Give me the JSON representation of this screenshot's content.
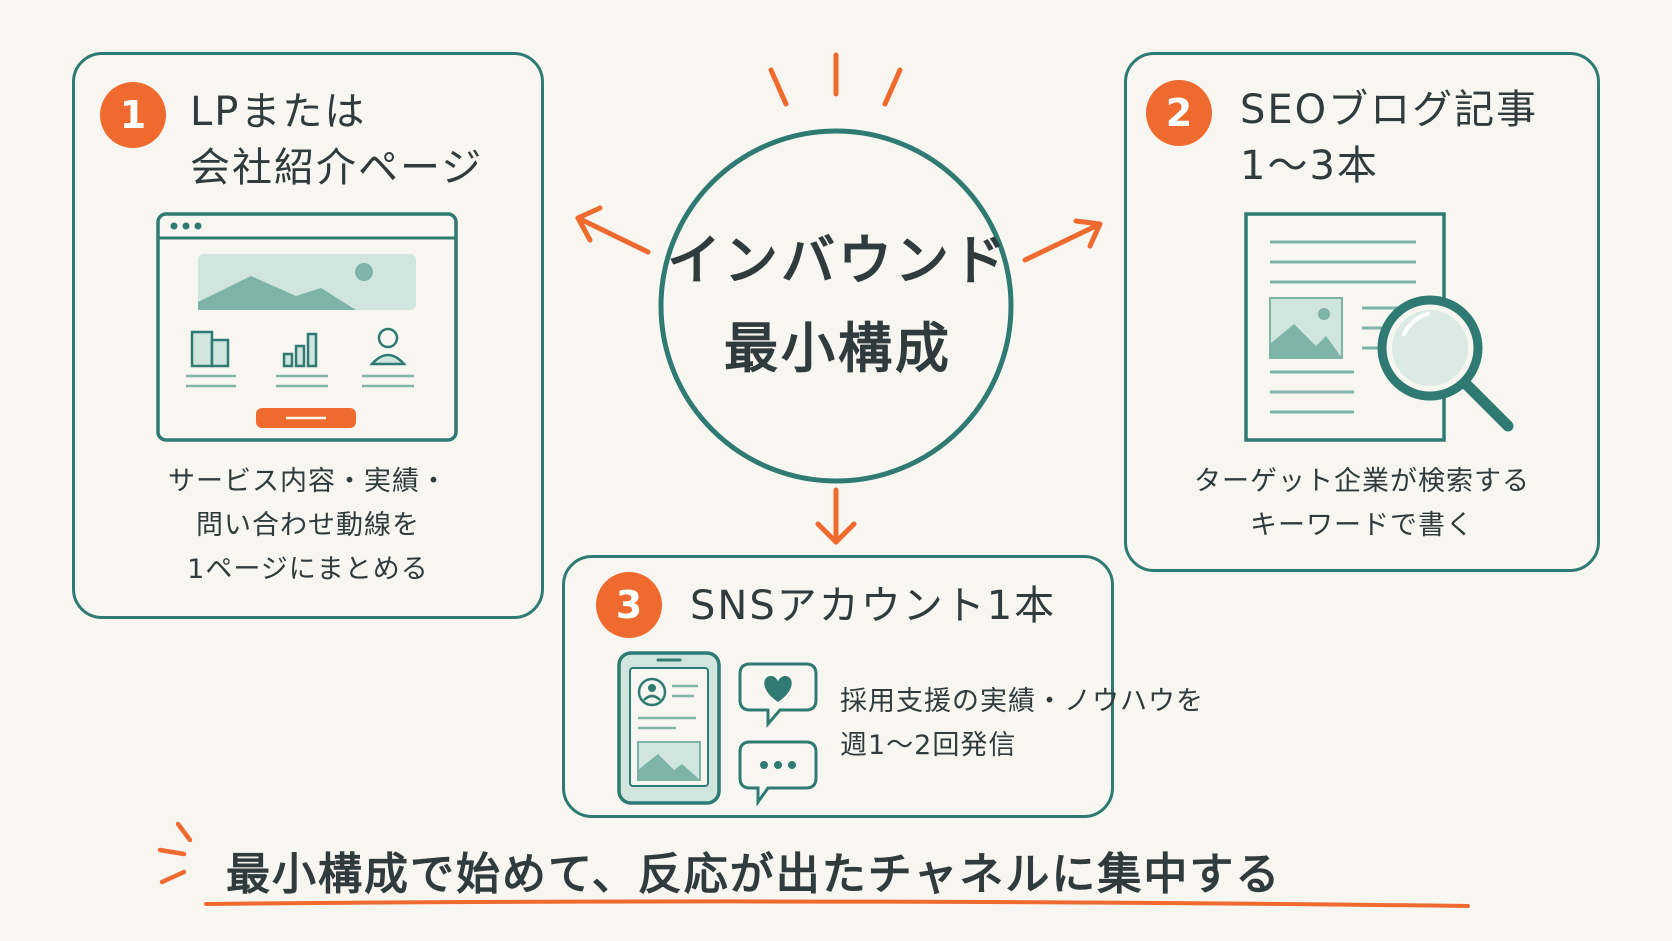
{
  "center": {
    "line1": "インバウンド",
    "line2": "最小構成"
  },
  "cards": [
    {
      "badge": "1",
      "title_lines": [
        "LPまたは",
        "会社紹介ページ"
      ],
      "desc_lines": [
        "サービス内容・実績・",
        "問い合わせ動線を",
        "1ページにまとめる"
      ]
    },
    {
      "badge": "2",
      "title_lines": [
        "SEOブログ記事",
        "1～3本"
      ],
      "desc_lines": [
        "ターゲット企業が検索する",
        "キーワードで書く"
      ]
    },
    {
      "badge": "3",
      "title_lines": [
        "SNSアカウント1本"
      ],
      "desc_lines": [
        "採用支援の実績・ノウハウを",
        "週1～2回発信"
      ]
    }
  ],
  "bottom": {
    "text": "最小構成で始めて、反応が出たチャネルに集中する"
  },
  "colors": {
    "accent": "#ee6a2e",
    "teal": "#2f7a73",
    "light_teal": "#a8d0c6",
    "text": "#2f3b3d",
    "background": "#f8f6f1"
  }
}
